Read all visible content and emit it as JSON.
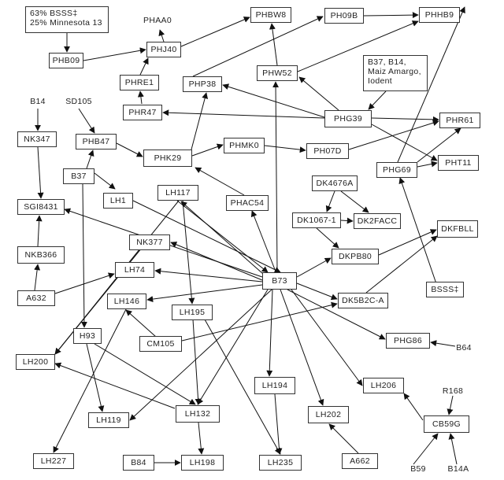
{
  "nodes": {
    "bsss_mn13": "63% BSSS‡\n25% Minnesota 13",
    "phb09": "PHB09",
    "phj40": "PHJ40",
    "phbw8": "PHBW8",
    "ph09b": "PH09B",
    "phhb9": "PHHB9",
    "phw52": "PHW52",
    "phre1": "PHRE1",
    "php38": "PHP38",
    "b37_group": "B37, B14,\nMaiz Amargo,\nIodent",
    "phr47": "PHR47",
    "phg39": "PHG39",
    "phr61": "PHR61",
    "nk347": "NK347",
    "phb47": "PHB47",
    "phk29": "PHK29",
    "phmk0": "PHMK0",
    "ph07d": "PH07D",
    "phg69": "PHG69",
    "pht11": "PHT11",
    "b37": "B37",
    "lh1": "LH1",
    "lh117": "LH117",
    "dk4676a": "DK4676A",
    "sgi8431": "SGI8431",
    "phac54": "PHAC54",
    "dk1067": "DK1067-1",
    "dk2facc": "DK2FACC",
    "dkfbll": "DKFBLL",
    "nk377": "NK377",
    "nkb366": "NKB366",
    "dkpb80": "DKPB80",
    "lh74": "LH74",
    "b73": "B73",
    "bsss": "BSSS‡",
    "a632": "A632",
    "lh146": "LH146",
    "dk5b2c": "DK5B2C-A",
    "lh195": "LH195",
    "h93": "H93",
    "cm105": "CM105",
    "phg86": "PHG86",
    "lh200": "LH200",
    "lh194": "LH194",
    "lh206": "LH206",
    "lh132": "LH132",
    "lh119": "LH119",
    "lh202": "LH202",
    "cb59g": "CB59G",
    "lh227": "LH227",
    "b84": "B84",
    "lh198": "LH198",
    "lh235": "LH235",
    "a662": "A662"
  },
  "labels": {
    "phaa0": "PHAA0",
    "b14": "B14",
    "sd105": "SD105",
    "b64": "B64",
    "r168": "R168",
    "b59": "B59",
    "b14a": "B14A"
  }
}
